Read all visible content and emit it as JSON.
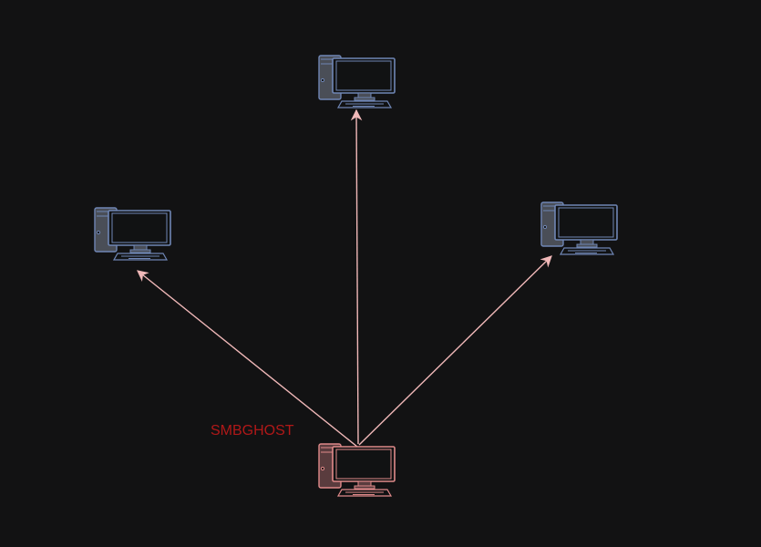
{
  "diagram": {
    "attacker": {
      "label": "SMBGHOST",
      "icon": "desktop-computer-icon",
      "color": "#e08a8a",
      "label_color": "#b01818"
    },
    "targets": [
      {
        "id": "top",
        "icon": "desktop-computer-icon"
      },
      {
        "id": "left",
        "icon": "desktop-computer-icon"
      },
      {
        "id": "right",
        "icon": "desktop-computer-icon"
      }
    ],
    "target_color": "#6f86b5",
    "arrow_color": "#f0b8b8",
    "background": "#121213"
  }
}
